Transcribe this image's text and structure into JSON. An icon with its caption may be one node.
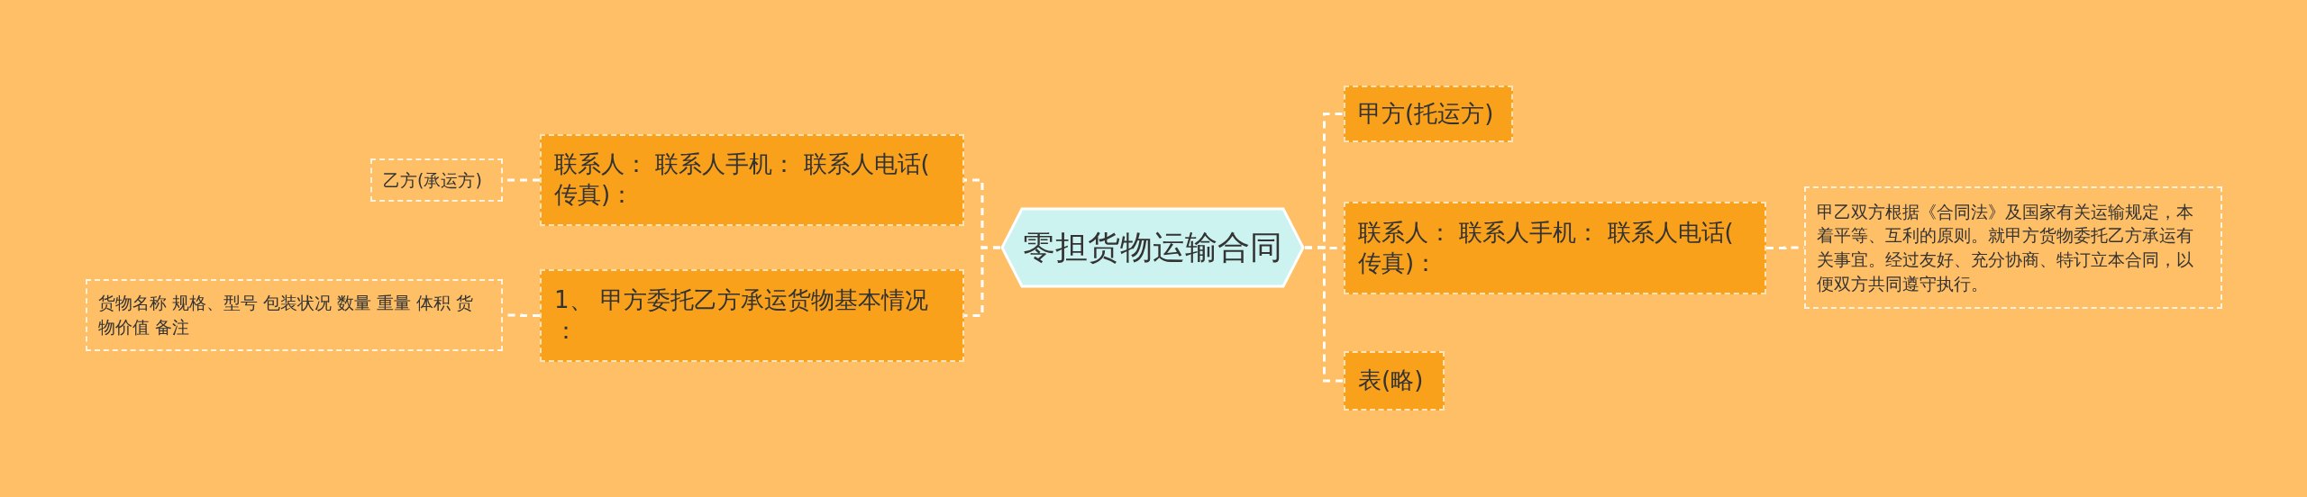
{
  "diagram": {
    "nodes": [
      {
        "text": [
          "零担货物运输合同"
        ]
      },
      {
        "text": [
          "联系人： 联系人手机： 联系人电话(传真)："
        ]
      },
      {
        "text": [
          "乙方(承运方)"
        ]
      },
      {
        "text": [
          "1、 甲方委托乙方承运货物基本情况："
        ]
      },
      {
        "text": [
          "货物名称 规格、型号 包装状况 数量 重量 体积 货物价值 备注"
        ]
      },
      {
        "text": [
          "甲方(托运方)"
        ]
      },
      {
        "text": [
          "联系人： 联系人手机： 联系人电话(传真)："
        ]
      },
      {
        "text": [
          "甲乙双方根据《合同法》及国家有关运输规定，本着平等、互利的原则。就甲方货物委托乙方承运有关事宜。经过友好、充分协商、特订立本合同，以便双方共同遵守执行。"
        ]
      },
      {
        "text": [
          "表(略)"
        ]
      }
    ],
    "edges": [
      {
        "from": 0,
        "to": 1,
        "arrow": "none"
      },
      {
        "from": 1,
        "to": 2,
        "arrow": "none"
      },
      {
        "from": 0,
        "to": 3,
        "arrow": "none"
      },
      {
        "from": 3,
        "to": 4,
        "arrow": "none"
      },
      {
        "from": 0,
        "to": 5,
        "arrow": "none"
      },
      {
        "from": 0,
        "to": 6,
        "arrow": "none"
      },
      {
        "from": 6,
        "to": 7,
        "arrow": "none"
      },
      {
        "from": 0,
        "to": 8,
        "arrow": "none"
      }
    ]
  }
}
